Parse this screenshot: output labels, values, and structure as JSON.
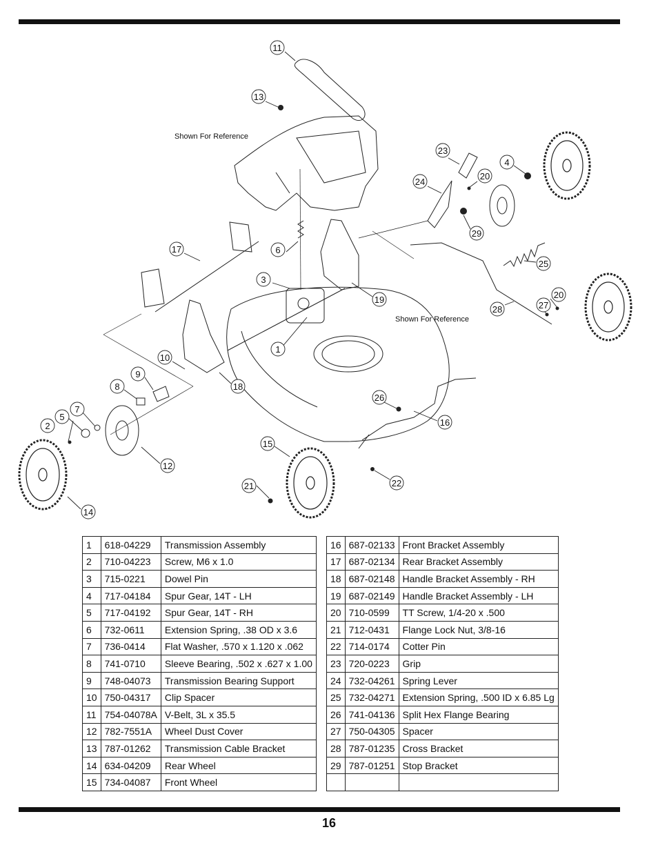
{
  "page_number": "16",
  "diagram": {
    "reference_labels": [
      "Shown For Reference",
      "Shown For Reference"
    ],
    "callouts": [
      "1",
      "2",
      "3",
      "4",
      "5",
      "6",
      "7",
      "8",
      "9",
      "10",
      "11",
      "12",
      "13",
      "14",
      "15",
      "16",
      "17",
      "18",
      "19",
      "20",
      "20",
      "21",
      "22",
      "23",
      "24",
      "25",
      "26",
      "27",
      "28",
      "29"
    ]
  },
  "parts_left": [
    {
      "num": "1",
      "part": "618-04229",
      "desc": "Transmission Assembly"
    },
    {
      "num": "2",
      "part": "710-04223",
      "desc": "Screw, M6 x 1.0"
    },
    {
      "num": "3",
      "part": "715-0221",
      "desc": "Dowel Pin"
    },
    {
      "num": "4",
      "part": "717-04184",
      "desc": "Spur Gear, 14T - LH"
    },
    {
      "num": "5",
      "part": "717-04192",
      "desc": "Spur Gear, 14T - RH"
    },
    {
      "num": "6",
      "part": "732-0611",
      "desc": "Extension Spring, .38 OD x 3.6"
    },
    {
      "num": "7",
      "part": "736-0414",
      "desc": "Flat Washer, .570 x 1.120 x .062"
    },
    {
      "num": "8",
      "part": "741-0710",
      "desc": "Sleeve Bearing, .502 x .627 x 1.00"
    },
    {
      "num": "9",
      "part": "748-04073",
      "desc": "Transmission Bearing Support"
    },
    {
      "num": "10",
      "part": "750-04317",
      "desc": "Clip Spacer"
    },
    {
      "num": "11",
      "part": "754-04078A",
      "desc": "V-Belt, 3L x 35.5"
    },
    {
      "num": "12",
      "part": "782-7551A",
      "desc": "Wheel Dust Cover"
    },
    {
      "num": "13",
      "part": "787-01262",
      "desc": "Transmission Cable Bracket"
    },
    {
      "num": "14",
      "part": "634-04209",
      "desc": "Rear Wheel"
    },
    {
      "num": "15",
      "part": "734-04087",
      "desc": "Front Wheel"
    }
  ],
  "parts_right": [
    {
      "num": "16",
      "part": "687-02133",
      "desc": "Front Bracket Assembly"
    },
    {
      "num": "17",
      "part": "687-02134",
      "desc": "Rear Bracket Assembly"
    },
    {
      "num": "18",
      "part": "687-02148",
      "desc": "Handle Bracket Assembly - RH"
    },
    {
      "num": "19",
      "part": "687-02149",
      "desc": "Handle Bracket Assembly - LH"
    },
    {
      "num": "20",
      "part": "710-0599",
      "desc": "TT Screw, 1/4-20 x .500"
    },
    {
      "num": "21",
      "part": "712-0431",
      "desc": "Flange Lock Nut, 3/8-16"
    },
    {
      "num": "22",
      "part": "714-0174",
      "desc": "Cotter Pin"
    },
    {
      "num": "23",
      "part": "720-0223",
      "desc": "Grip"
    },
    {
      "num": "24",
      "part": "732-04261",
      "desc": "Spring Lever"
    },
    {
      "num": "25",
      "part": "732-04271",
      "desc": "Extension Spring, .500 ID x 6.85 Lg"
    },
    {
      "num": "26",
      "part": "741-04136",
      "desc": "Split Hex Flange Bearing"
    },
    {
      "num": "27",
      "part": "750-04305",
      "desc": "Spacer"
    },
    {
      "num": "28",
      "part": "787-01235",
      "desc": "Cross Bracket"
    },
    {
      "num": "29",
      "part": "787-01251",
      "desc": "Stop Bracket"
    },
    {
      "num": "",
      "part": "",
      "desc": ""
    }
  ]
}
